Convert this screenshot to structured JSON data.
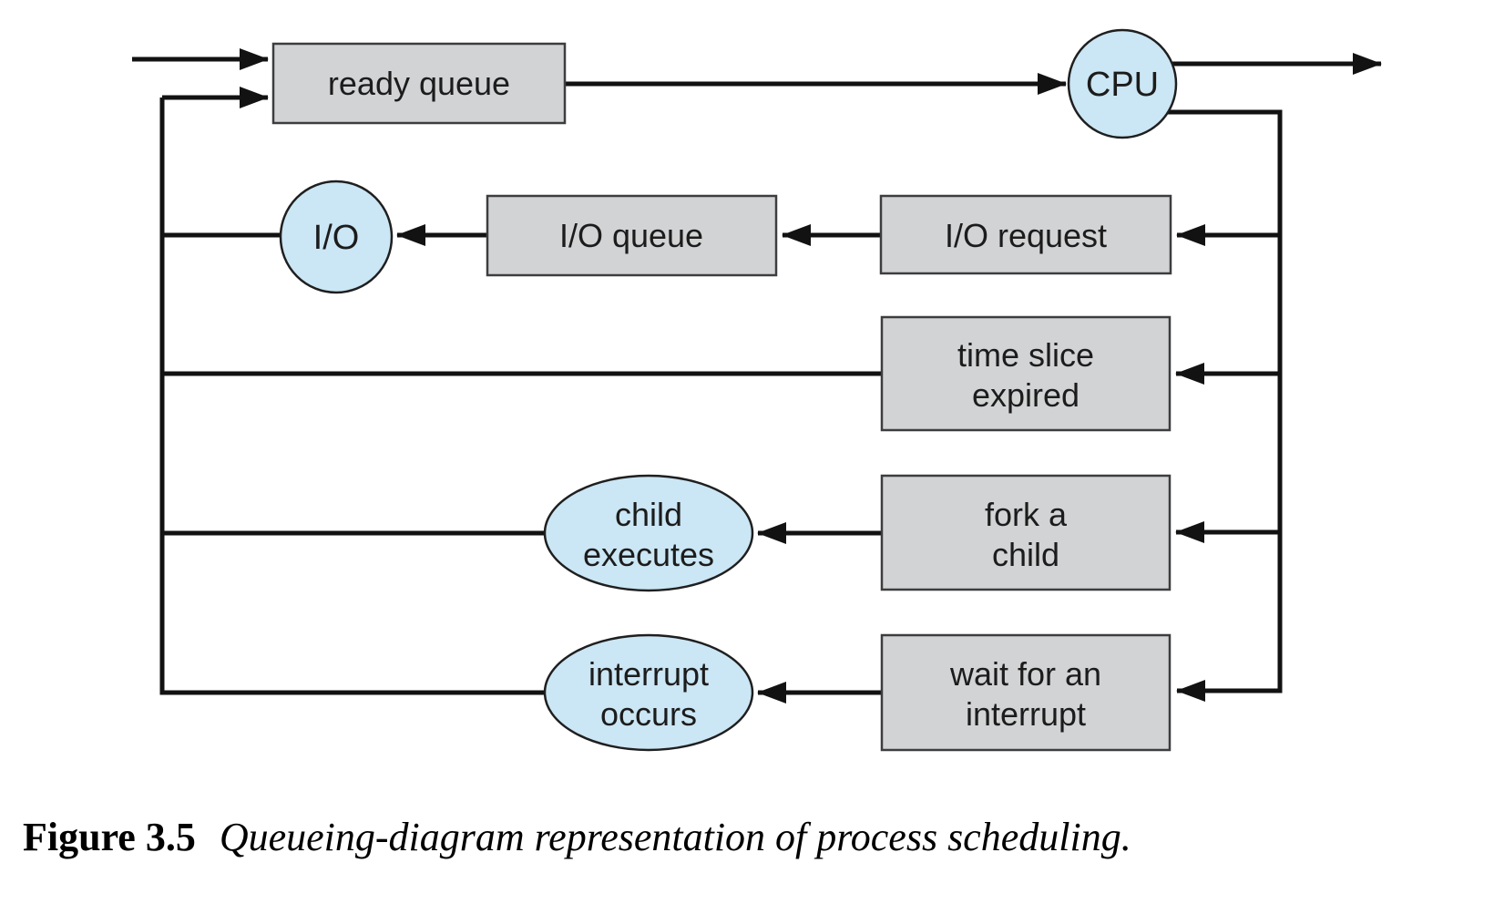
{
  "diagram": {
    "nodes": {
      "ready_queue": {
        "label": "ready queue"
      },
      "cpu": {
        "label": "CPU"
      },
      "io": {
        "label": "I/O"
      },
      "io_queue": {
        "label": "I/O queue"
      },
      "io_request": {
        "label": "I/O request"
      },
      "time_slice": {
        "line1": "time slice",
        "line2": "expired"
      },
      "fork_child": {
        "line1": "fork a",
        "line2": "child"
      },
      "child_executes": {
        "line1": "child",
        "line2": "executes"
      },
      "wait_interrupt": {
        "line1": "wait for an",
        "line2": "interrupt"
      },
      "interrupt_occurs": {
        "line1": "interrupt",
        "line2": "occurs"
      }
    }
  },
  "caption": {
    "label": "Figure 3.5",
    "text": "Queueing-diagram representation of process scheduling."
  },
  "colors": {
    "queue_box_fill": "#d2d3d5",
    "resource_bubble_fill": "#cbe6f4",
    "line_color": "#121212",
    "background": "#ffffff"
  }
}
